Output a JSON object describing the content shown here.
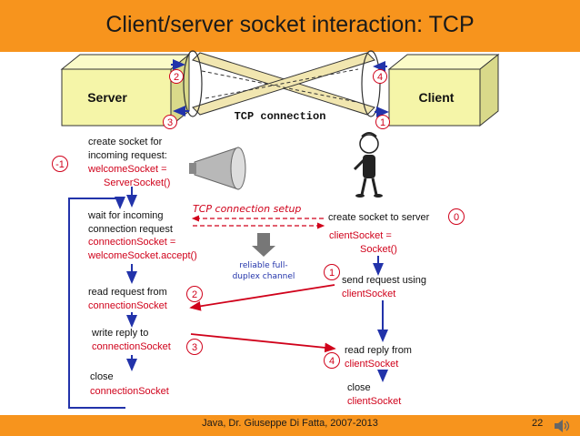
{
  "title": "Client/server socket interaction: TCP",
  "footer": {
    "credit": "Java, Dr. Giuseppe Di Fatta, 2007-2013",
    "page": "22"
  },
  "boxes": {
    "server": "Server",
    "client": "Client"
  },
  "tcp_connection_label": "TCP connection",
  "setup_label": "TCP connection setup",
  "channel_label": [
    "reliable full-",
    "duplex channel"
  ],
  "server_steps": {
    "create": {
      "lines": [
        "create socket for",
        "incoming request:"
      ],
      "code": [
        "welcomeSocket =",
        "ServerSocket()"
      ],
      "num": "-1"
    },
    "wait": {
      "lines": [
        "wait for incoming",
        "connection request"
      ],
      "code": [
        "connectionSocket =",
        "welcomeSocket.accept()"
      ]
    },
    "read": {
      "lines": [
        "read request from"
      ],
      "code": [
        "connectionSocket"
      ],
      "num": "2"
    },
    "write": {
      "lines": [
        "write reply to"
      ],
      "code": [
        "connectionSocket"
      ],
      "num": "3"
    },
    "close": {
      "lines": [
        "close"
      ],
      "code": [
        "connectionSocket"
      ]
    }
  },
  "client_steps": {
    "create": {
      "lines": [
        "create socket to server"
      ],
      "code": [
        "clientSocket =",
        "Socket()"
      ],
      "num": "0"
    },
    "send": {
      "lines": [
        "send request using"
      ],
      "code": [
        "clientSocket"
      ],
      "num": "1"
    },
    "read": {
      "lines": [
        "read reply from"
      ],
      "code": [
        "clientSocket"
      ],
      "num": "4"
    },
    "close": {
      "lines": [
        "close"
      ],
      "code": [
        "clientSocket"
      ]
    }
  },
  "pipe_numbers": [
    "1",
    "2",
    "3",
    "4"
  ],
  "colors": {
    "accent": "#f7941d",
    "box": "#f5f5a8",
    "pipe": "#f1e6b0",
    "code": "#d0021b",
    "flow": "#2233aa"
  },
  "icons": [
    "megaphone-icon",
    "person-knocking-icon",
    "speaker-icon"
  ]
}
